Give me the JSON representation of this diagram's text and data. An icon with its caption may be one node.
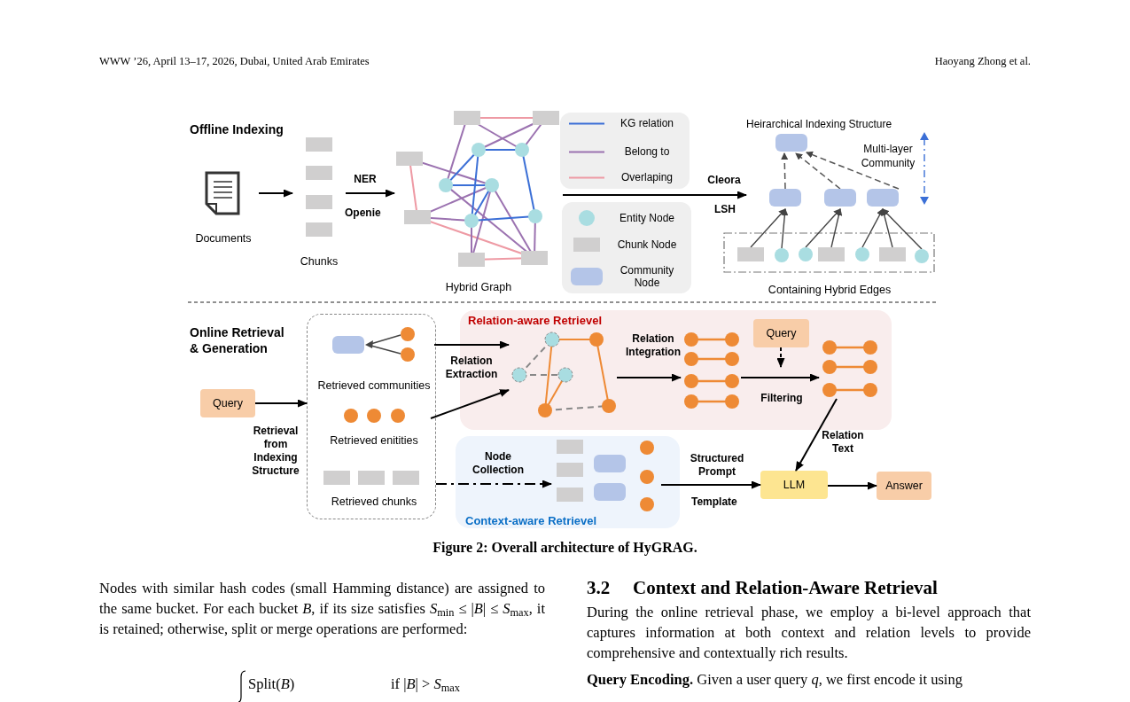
{
  "diagram": {
    "caption": "Figure 2: Overall architecture of HyGRAG.",
    "nodes": [
      {
        "text": [
          "Documents"
        ]
      },
      {
        "text": [
          "Chunks"
        ]
      },
      {
        "text": [
          "Hybrid Graph"
        ]
      },
      {
        "text": [
          "Heirarchical Indexing Structure"
        ]
      },
      {
        "text": [
          "Containing Hybrid Edges"
        ]
      },
      {
        "text": [
          "Query"
        ]
      },
      {
        "text": [],
        "shape": "box"
      },
      {
        "text": [
          "Retrieved communities"
        ],
        "in": 6
      },
      {
        "text": [
          "Retrieved enitities"
        ],
        "in": 6
      },
      {
        "text": [
          "Retrieved chunks"
        ],
        "in": 6
      },
      {
        "text": [
          "Relation-aware Retrievel"
        ]
      },
      {
        "text": [],
        "shape": "picture",
        "in": 10
      },
      {
        "text": [],
        "shape": "picture",
        "in": 10
      },
      {
        "text": [
          "Query"
        ],
        "in": 10
      },
      {
        "text": [],
        "shape": "picture",
        "in": 10
      },
      {
        "text": [
          "Context-aware Retrievel"
        ]
      },
      {
        "text": [],
        "shape": "picture",
        "in": 15
      },
      {
        "text": [
          "LLM"
        ]
      },
      {
        "text": [
          "Answer"
        ]
      }
    ],
    "edges": [
      {
        "from": 0,
        "to": 1,
        "arrow": "to"
      },
      {
        "from": 1,
        "to": 2,
        "arrow": "to",
        "label": "NER"
      },
      {
        "from": 2,
        "to": 3,
        "arrow": "to",
        "label": "Cleora"
      },
      {
        "from": 5,
        "to": 6,
        "arrow": "to",
        "label": "Retrieval from Indexing Structure"
      },
      {
        "from": 7,
        "to": 11,
        "arrow": "to",
        "label": "Relation Extraction"
      },
      {
        "from": 8,
        "to": 11,
        "arrow": "to"
      },
      {
        "from": 11,
        "to": 12,
        "arrow": "to",
        "label": "Relation Integration"
      },
      {
        "from": 12,
        "to": 14,
        "arrow": "to",
        "label": "Filtering"
      },
      {
        "from": 13,
        "to": null,
        "arrow": "to",
        "style": "dashed"
      },
      {
        "from": 14,
        "to": 17,
        "arrow": "to",
        "label": "Relation Text"
      },
      {
        "from": 6,
        "to": 16,
        "arrow": "to",
        "style": "dashed",
        "label": "Node Collection"
      },
      {
        "from": 16,
        "to": 17,
        "arrow": "to",
        "label": "Structured Prompt"
      },
      {
        "from": 17,
        "to": 18,
        "arrow": "to"
      }
    ],
    "labels": [
      "WWW ’26, April 13–17, 2026, Dubai, United Arab Emirates",
      "Haoyang Zhong et al.",
      "Offline Indexing",
      "Openie",
      "LSH",
      "Multi-layer Community",
      "Online Retrieval & Generation",
      "Template",
      "Nodes with similar hash codes (small Hamming distance) are assigned to the same bucket. For each bucket *B*, if its size satisfies *S*$_{min}$ ≤ |*B*| ≤ *S*$_{max}$, it is retained; otherwise, split or merge operations are performed:",
      "Split(*B*)",
      "if |*B*| > *S*$_{max}$",
      "3.2",
      "Context and Relation-Aware Retrieval",
      "During the online retrieval phase, we employ a bi-level approach that captures information at both context and relation levels to provide comprehensive and contextually rich results.",
      "**Query Encoding.** Given a user query *q*, we first encode it using"
    ],
    "legend": [
      {
        "text": "KG relation"
      },
      {
        "text": "Belong to"
      },
      {
        "text": "Overlaping"
      },
      {
        "text": "Entity Node"
      },
      {
        "text": "Chunk Node"
      },
      {
        "text": "Community Node"
      }
    ]
  }
}
